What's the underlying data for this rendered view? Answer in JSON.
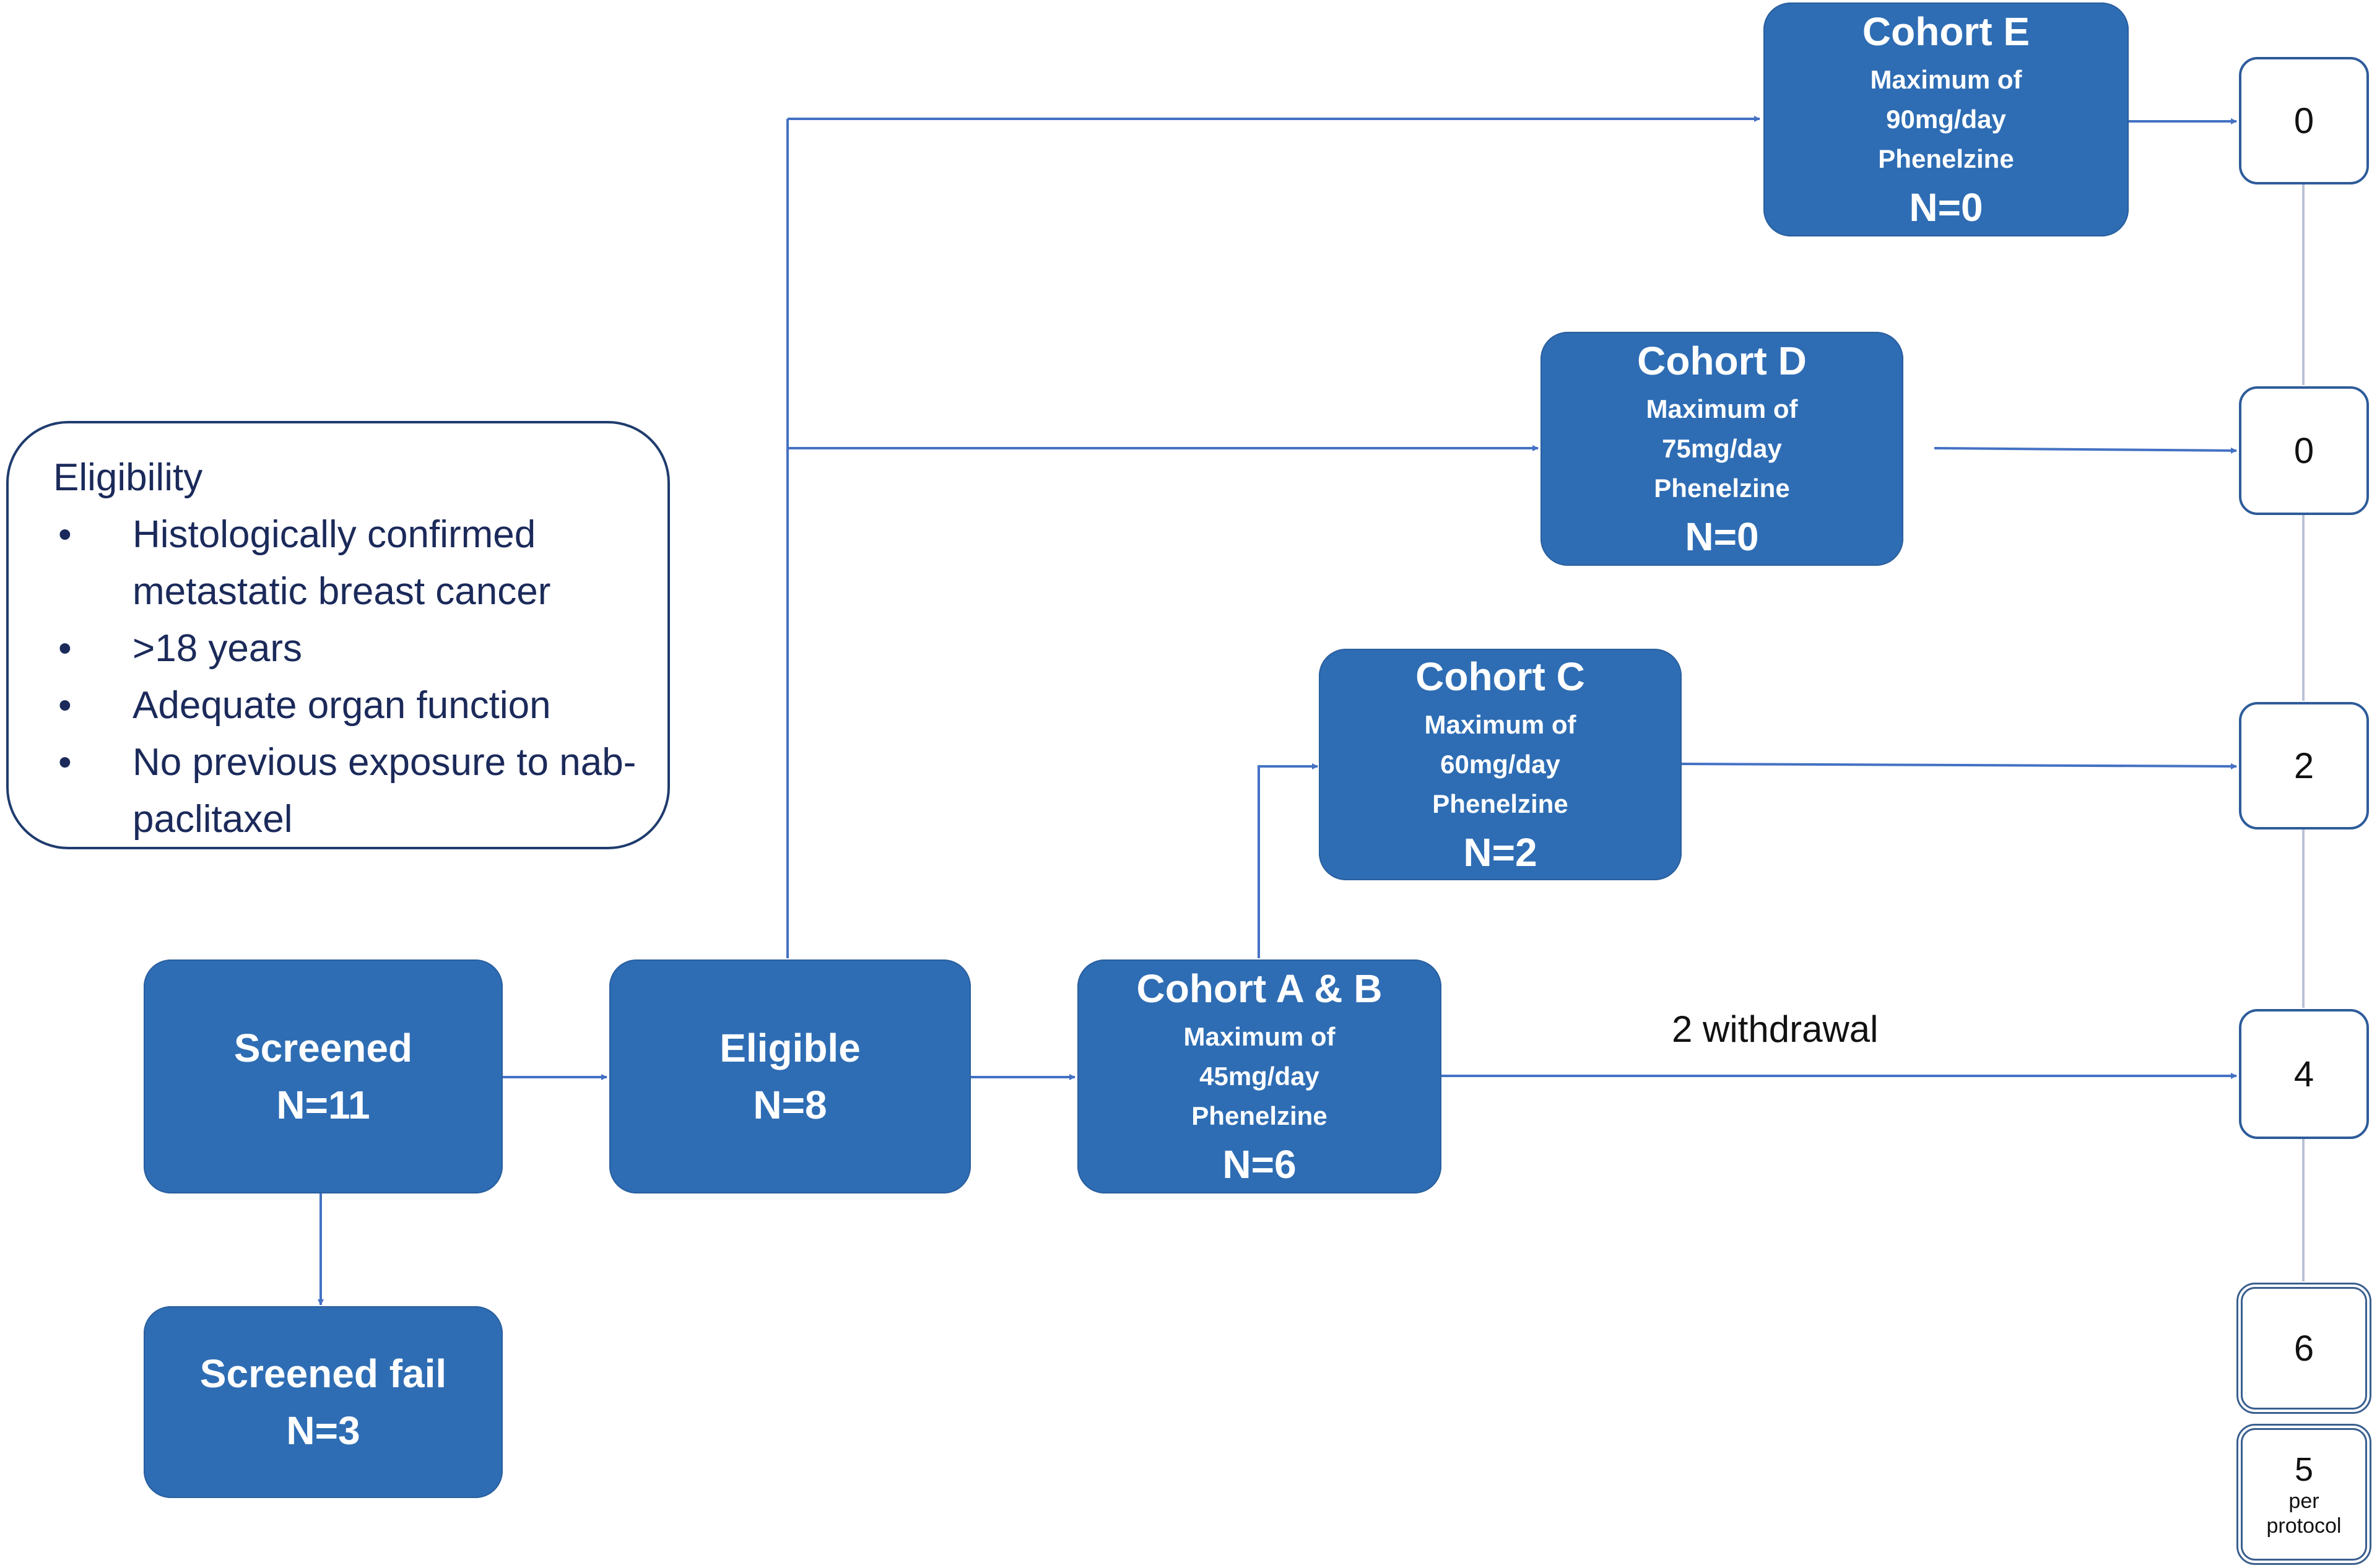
{
  "eligibility": {
    "title": "Eligibility",
    "criteria": [
      "Histologically confirmed metastatic breast cancer",
      ">18 years",
      "Adequate organ function",
      "No previous exposure to nab-paclitaxel"
    ],
    "bullet": "•"
  },
  "screened": {
    "label": "Screened",
    "n": "N=11"
  },
  "screened_fail": {
    "label": "Screened fail",
    "n": "N=3"
  },
  "eligible": {
    "label": "Eligible",
    "n": "N=8"
  },
  "cohorts": {
    "ab": {
      "title": "Cohort A & B",
      "line1": "Maximum of",
      "line2": "45mg/day",
      "line3": "Phenelzine",
      "n": "N=6"
    },
    "c": {
      "title": "Cohort C",
      "line1": "Maximum of",
      "line2": "60mg/day",
      "line3": "Phenelzine",
      "n": "N=2"
    },
    "d": {
      "title": "Cohort D",
      "line1": "Maximum of",
      "line2": "75mg/day",
      "line3": "Phenelzine",
      "n": "N=0"
    },
    "e": {
      "title": "Cohort E",
      "line1": "Maximum of",
      "line2": "90mg/day",
      "line3": "Phenelzine",
      "n": "N=0"
    }
  },
  "withdrawal_label": "2 withdrawal",
  "outcomes": {
    "e": "0",
    "d": "0",
    "c": "2",
    "ab": "4",
    "total": "6",
    "per_protocol_value": "5",
    "per_protocol_line1": "per",
    "per_protocol_line2": "protocol"
  },
  "colors": {
    "box_fill": "#2e6db4",
    "arrow": "#4472c4",
    "eligibility_border": "#1f3c6e",
    "eligibility_text": "#1b2a5a"
  }
}
